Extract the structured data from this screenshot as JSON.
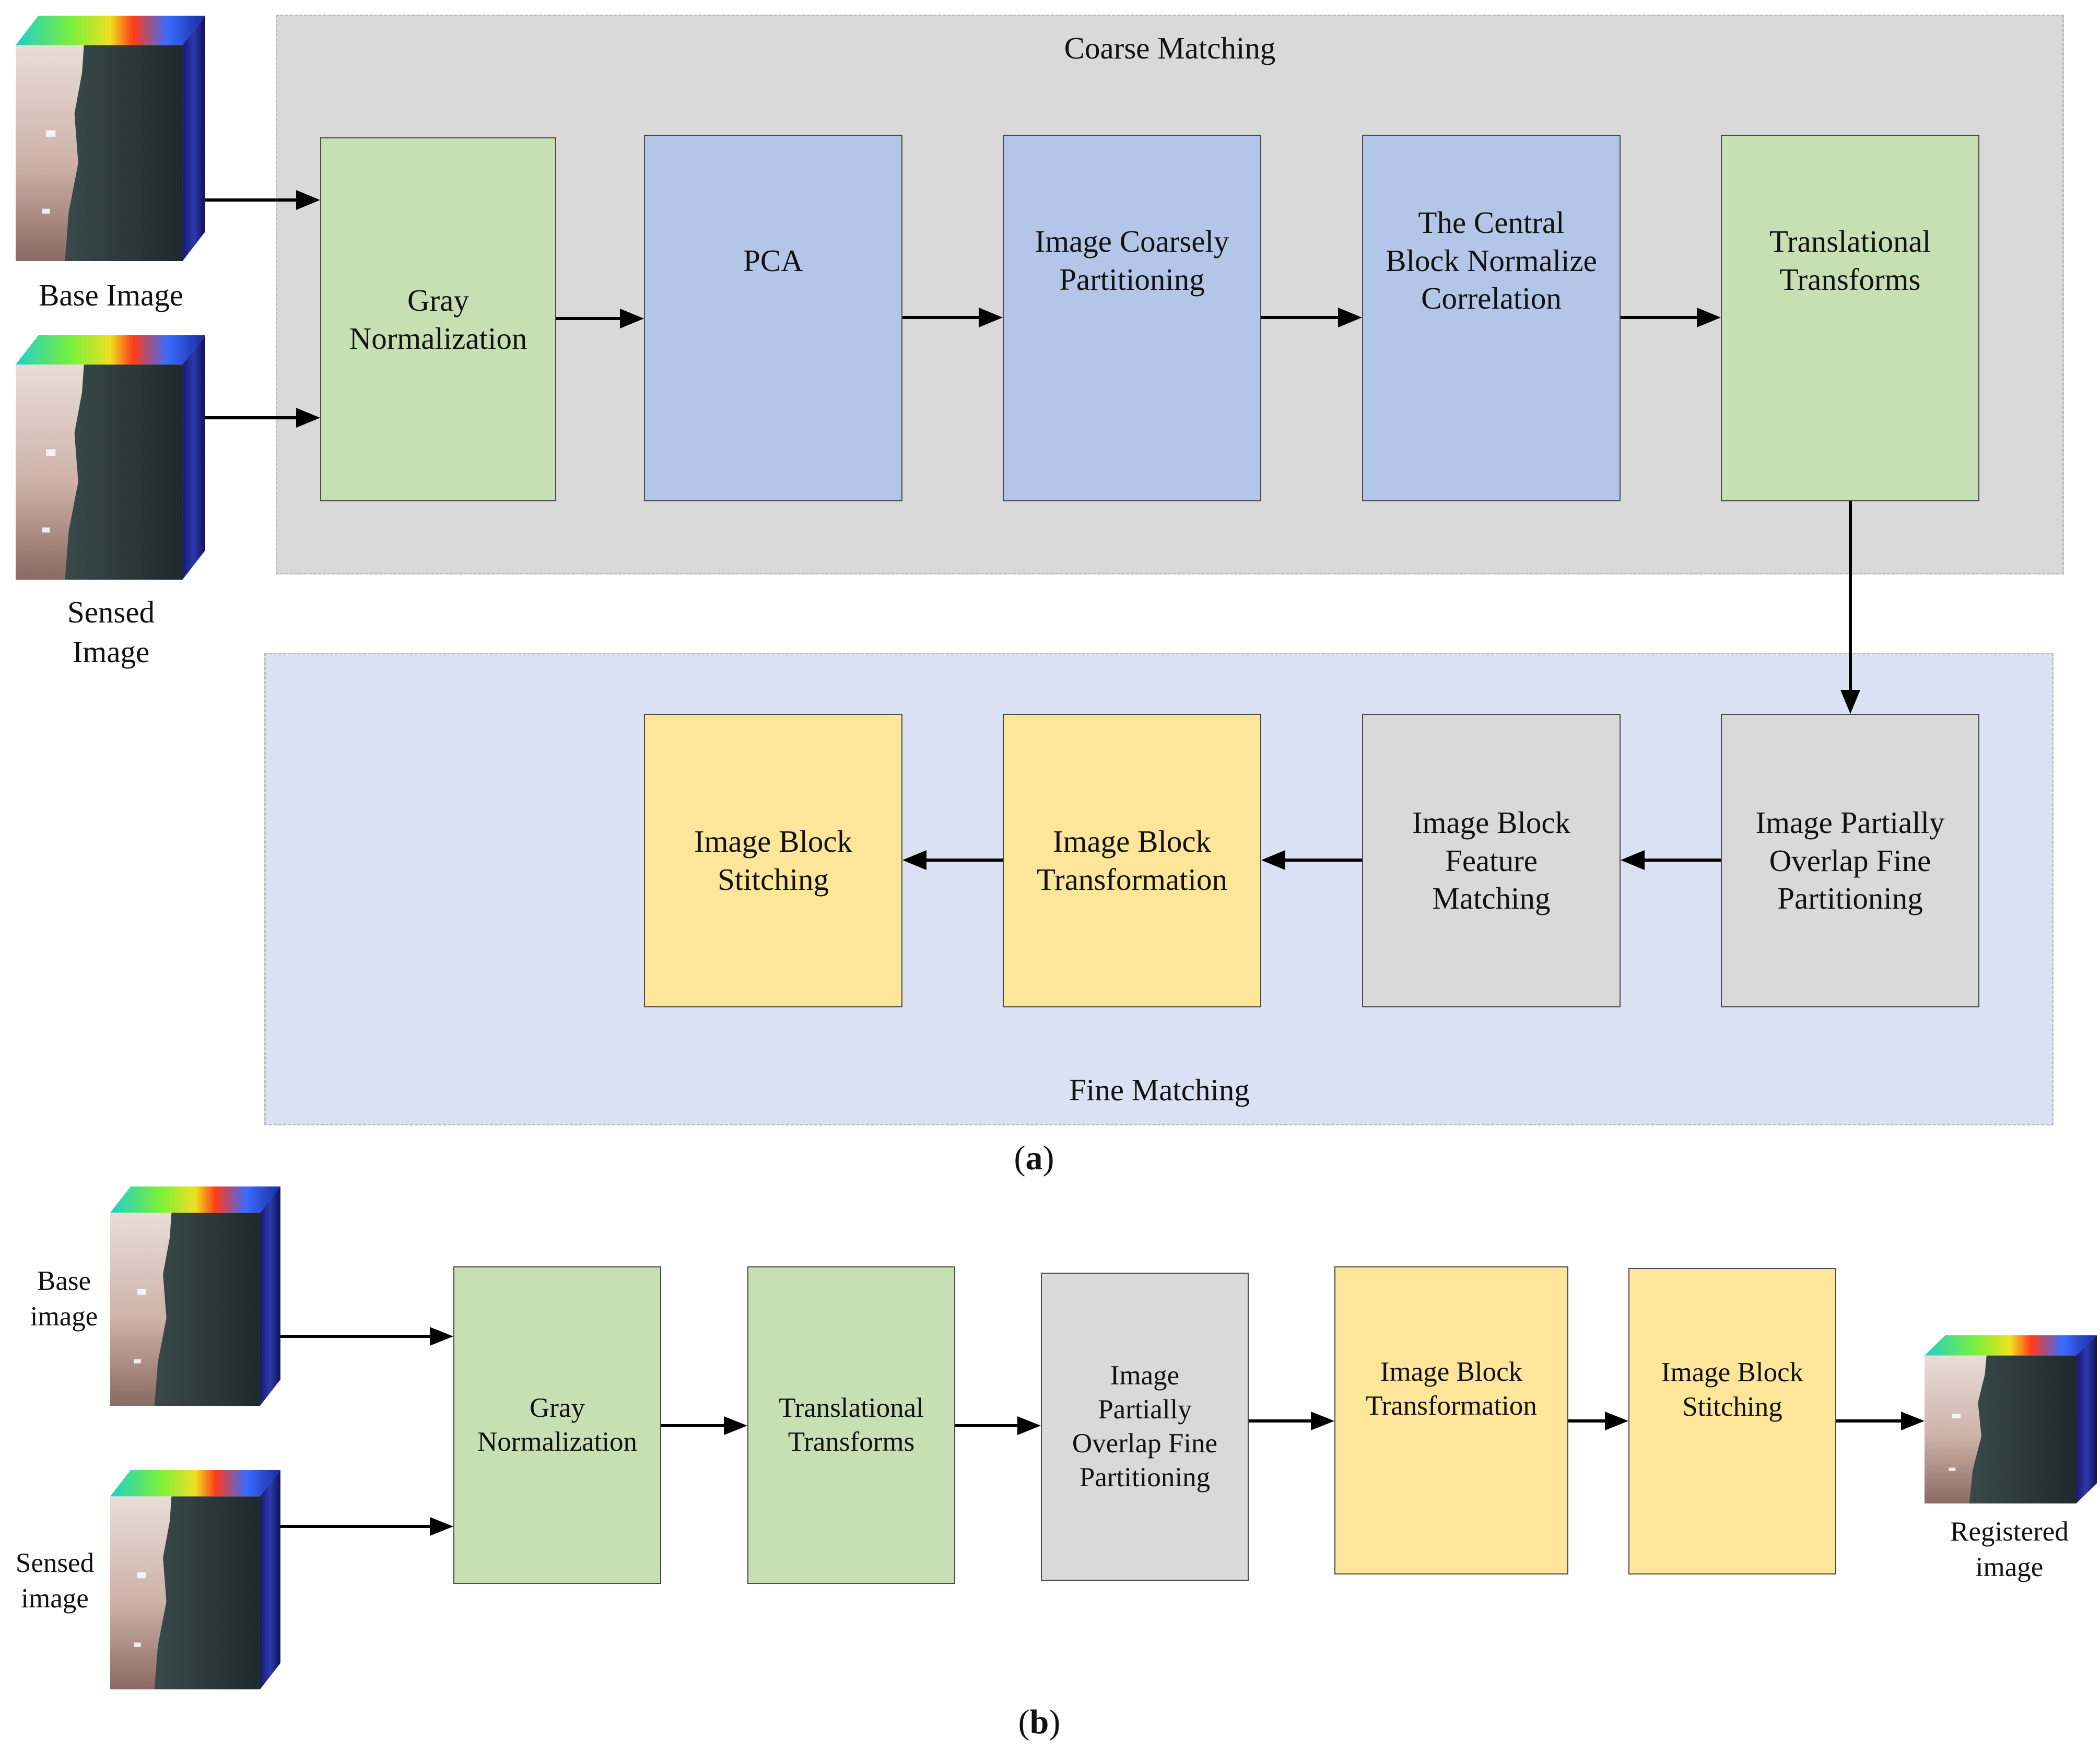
{
  "colors": {
    "green": "#c6e0b4",
    "blue": "#b4c6e7",
    "gray": "#d9d9d9",
    "yellow": "#fde59a",
    "coarse_panel": "#d9d9d9",
    "fine_panel": "#dae1f3",
    "arrow": "#000000"
  },
  "panel_a": {
    "coarse_title": "Coarse Matching",
    "fine_title": "Fine Matching",
    "inputs": {
      "base": "Base Image",
      "sensed": "Sensed\nImage"
    },
    "boxes": {
      "gray_norm": "Gray\nNormalization",
      "pca": "PCA",
      "coarse_part": "Image Coarsely\nPartitioning",
      "central_ncc": "The Central\nBlock Normalize\nCorrelation",
      "translational": "Translational\nTransforms",
      "fine_part": "Image Partially\nOverlap Fine\nPartitioning",
      "feature_match": "Image Block\nFeature\nMatching",
      "block_transform": "Image Block\nTransformation",
      "stitching": "Image Block\nStitching"
    },
    "caption": {
      "open": "(",
      "letter": "a",
      "close": ")"
    }
  },
  "panel_b": {
    "inputs": {
      "base": "Base\nimage",
      "sensed": "Sensed\nimage"
    },
    "output": "Registered\nimage",
    "boxes": {
      "gray_norm": "Gray\nNormalization",
      "translational": "Translational\nTransforms",
      "fine_part": "Image\nPartially\nOverlap Fine\nPartitioning",
      "block_transform": "Image Block\nTransformation",
      "stitching": "Image Block\nStitching"
    },
    "caption": {
      "open": "(",
      "letter": "b",
      "close": ")"
    }
  }
}
